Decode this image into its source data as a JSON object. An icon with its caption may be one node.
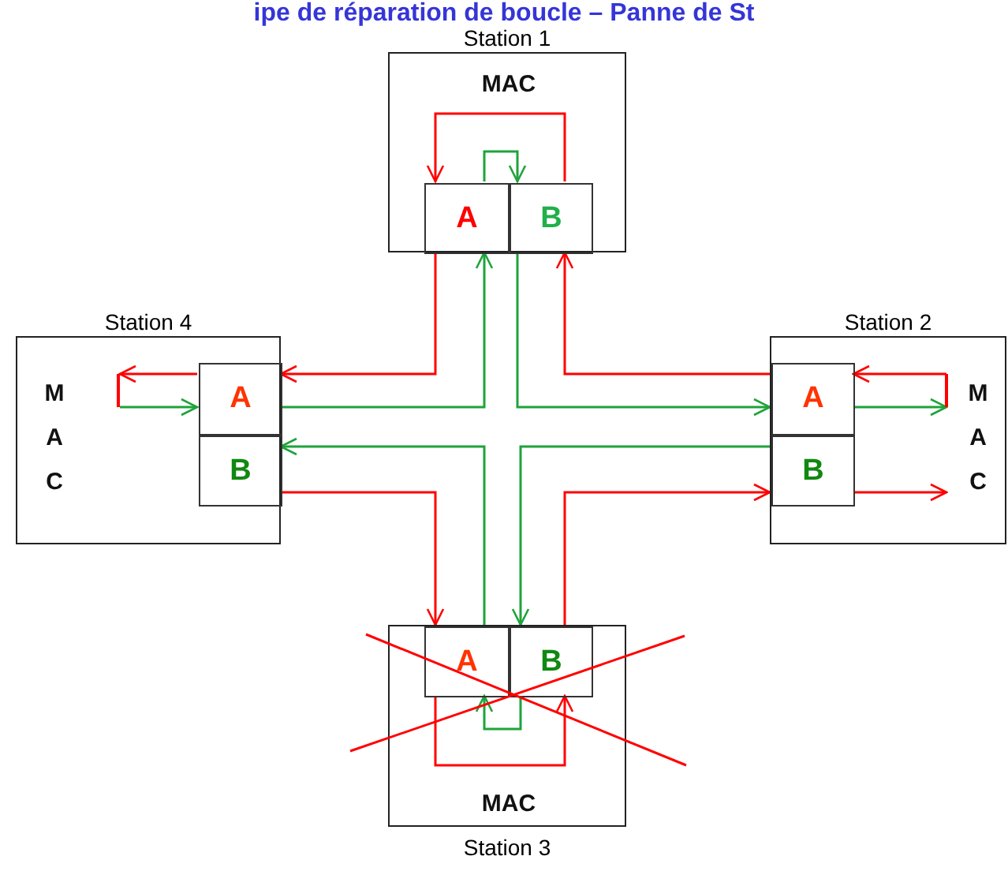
{
  "diagram": {
    "title": "ipe de réparation de boucle – Panne de St",
    "nodes": [
      {
        "text": [
          "Station 1"
        ]
      },
      {
        "text": [
          "MAC"
        ],
        "in": 0
      },
      {
        "text": [
          "A"
        ],
        "in": 0
      },
      {
        "text": [
          "B"
        ],
        "in": 0
      },
      {
        "text": [
          "Station 4"
        ]
      },
      {
        "text": [
          "MAC"
        ],
        "in": 4
      },
      {
        "text": [
          "A"
        ],
        "in": 4
      },
      {
        "text": [
          "B"
        ],
        "in": 4
      },
      {
        "text": [
          "Station 2"
        ]
      },
      {
        "text": [
          "A"
        ],
        "in": 8
      },
      {
        "text": [
          "B"
        ],
        "in": 8
      },
      {
        "text": [
          "MAC"
        ],
        "in": 8
      },
      {
        "text": [
          "Station 3"
        ]
      },
      {
        "text": [
          "A"
        ],
        "in": 12
      },
      {
        "text": [
          "B"
        ],
        "in": 12
      },
      {
        "text": [
          "MAC"
        ],
        "in": 12
      }
    ],
    "edges": [
      {
        "from": 3,
        "to": 2,
        "arrow": "to",
        "color": "#ff0000"
      },
      {
        "from": 2,
        "to": 6,
        "arrow": "to",
        "color": "#ff0000"
      },
      {
        "from": 6,
        "to": 5,
        "arrow": "to",
        "color": "#ff0000"
      },
      {
        "from": 5,
        "to": 6,
        "arrow": "to",
        "color": "#1fa33a"
      },
      {
        "from": 6,
        "to": 2,
        "arrow": "to",
        "color": "#1fa33a"
      },
      {
        "from": 2,
        "to": 3,
        "arrow": "to",
        "color": "#1fa33a"
      },
      {
        "from": 3,
        "to": 9,
        "arrow": "to",
        "color": "#1fa33a"
      },
      {
        "from": 9,
        "to": 11,
        "arrow": "to",
        "color": "#1fa33a"
      },
      {
        "from": 11,
        "to": 9,
        "arrow": "to",
        "color": "#ff0000"
      },
      {
        "from": 9,
        "to": 3,
        "arrow": "to",
        "color": "#ff0000"
      },
      {
        "from": 10,
        "to": 14,
        "arrow": "to",
        "color": "#1fa33a"
      },
      {
        "from": 14,
        "to": 13,
        "arrow": "to",
        "color": "#1fa33a"
      },
      {
        "from": 13,
        "to": 7,
        "arrow": "to",
        "color": "#1fa33a"
      },
      {
        "from": 7,
        "to": 13,
        "arrow": "to",
        "color": "#ff0000"
      },
      {
        "from": 13,
        "to": 14,
        "arrow": "to",
        "color": "#ff0000"
      },
      {
        "from": 14,
        "to": 10,
        "arrow": "to",
        "color": "#ff0000"
      },
      {
        "from": 10,
        "to": 11,
        "arrow": "to",
        "color": "#ff0000"
      }
    ]
  }
}
